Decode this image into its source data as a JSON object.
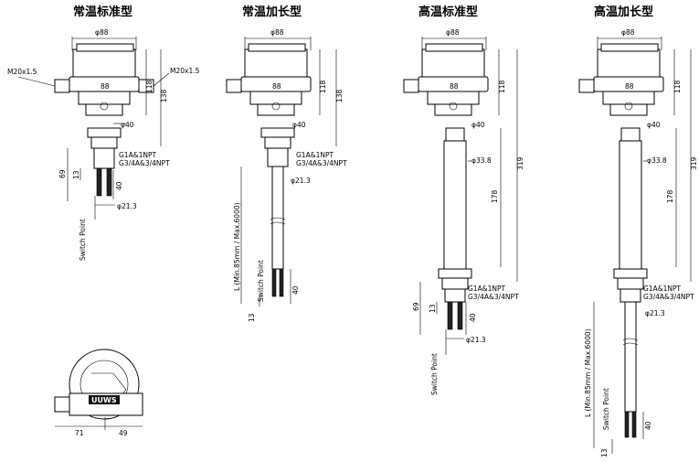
{
  "titles": {
    "v1": "常温标准型",
    "v2": "常温加长型",
    "v3": "高温标准型",
    "v4": "高温加长型"
  },
  "dims": {
    "phi88": "φ88",
    "phi40": "φ40",
    "phi21_3": "φ21.3",
    "phi33_8": "φ33.8",
    "d118": "118",
    "d138": "138",
    "d319": "319",
    "d178": "178",
    "d69": "69",
    "d13": "13",
    "d40": "40",
    "d71": "71",
    "d49": "49",
    "m20_left": "M20x1.5",
    "m20_right": "M20x1.5",
    "thread1": "G1A&1NPT",
    "thread2": "G3/4A&3/4NPT",
    "switch_point": "Switch Point",
    "length": "L (Min.85mm / Max.6000)",
    "brand": "UUWS"
  }
}
